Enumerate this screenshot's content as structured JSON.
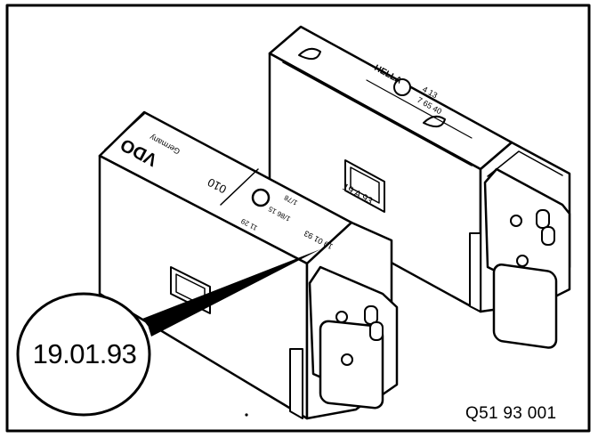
{
  "callout": {
    "date": "19.01.93"
  },
  "figure": {
    "reference": "Q51 93 001"
  },
  "relay_rear": {
    "stamp_date": "19 A 93",
    "maker_mark": "HELLA",
    "label_lines": [
      "4 13",
      "7 65 40"
    ]
  },
  "relay_front": {
    "logo": "VDO",
    "maker_text": "Germany",
    "code": "010",
    "stamp_date": "19 01 93",
    "label_lines": [
      "1/78",
      "11 29",
      "1/86 15"
    ]
  },
  "colors": {
    "ink": "#000000",
    "paper": "#ffffff"
  }
}
